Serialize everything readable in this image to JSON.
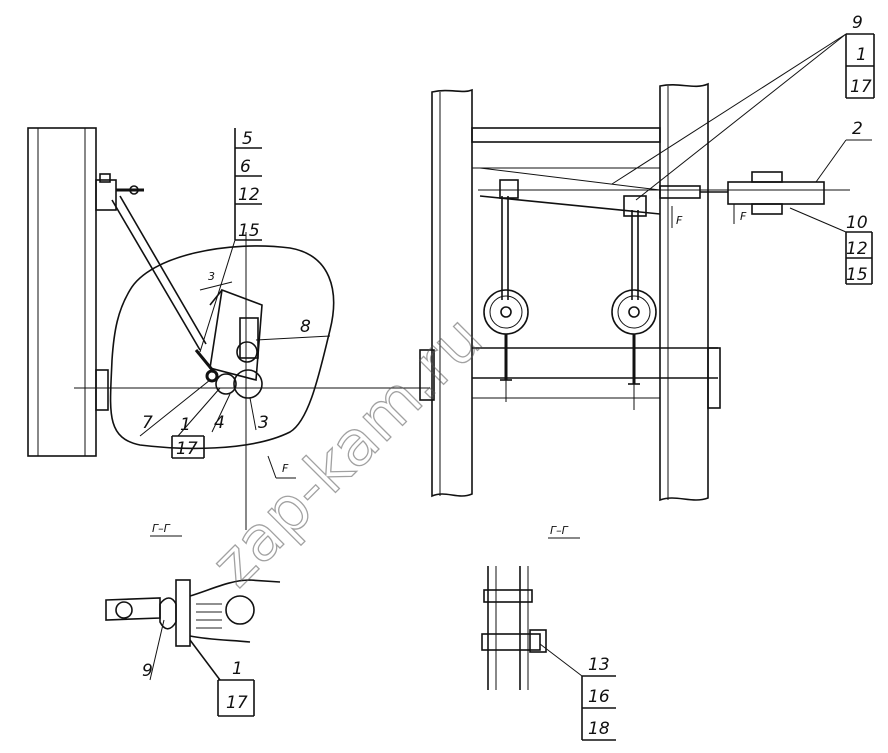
{
  "watermark": "zap-kam.ru",
  "views": {
    "left": {
      "callouts_stack": [
        "5",
        "6",
        "12",
        "15"
      ],
      "label_3_upper": "3",
      "label_8": "8",
      "label_7": "7",
      "label_1": "1",
      "label_17": "17",
      "label_4": "4",
      "label_3": "3",
      "label_arrow": "F",
      "section_mark": "Г–Г"
    },
    "right": {
      "callouts_top": [
        "9",
        "1",
        "17"
      ],
      "label_2": "2",
      "callouts_right": [
        "10",
        "12",
        "15"
      ],
      "label_arrow_1": "F",
      "label_arrow_2": "F",
      "section_mark": "Г–Г"
    },
    "detail_left": {
      "label_9": "9",
      "label_1": "1",
      "label_17": "17"
    },
    "detail_right": {
      "callouts": [
        "13",
        "16",
        "18"
      ]
    }
  },
  "icons": [
    "pulley-wheel-icon",
    "chain-link-icon",
    "bracket-icon"
  ]
}
